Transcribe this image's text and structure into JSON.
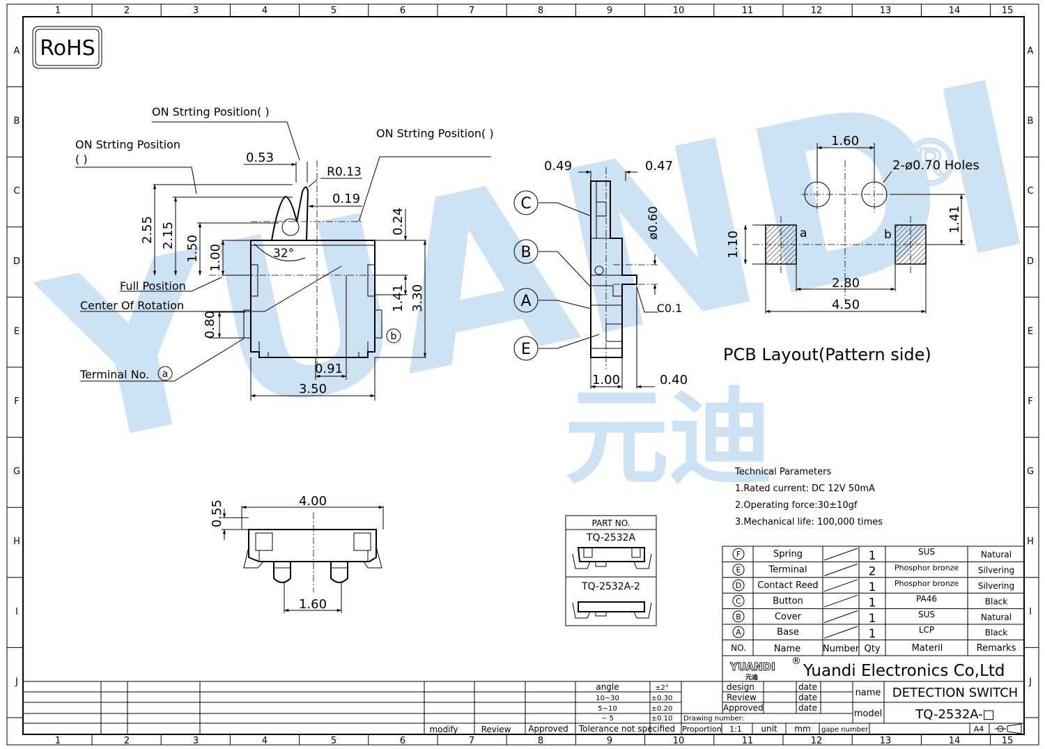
{
  "sheet": {
    "col_labels": [
      "1",
      "2",
      "3",
      "4",
      "5",
      "6",
      "7",
      "8",
      "9",
      "10",
      "11",
      "12",
      "13",
      "14",
      "15"
    ],
    "row_labels": [
      "A",
      "B",
      "C",
      "D",
      "E",
      "F",
      "G",
      "H",
      "I",
      "J"
    ]
  },
  "badge": "RoHS",
  "watermark": {
    "latin": "YUANDI",
    "cjk": "元迪",
    "mark": "®"
  },
  "front_view": {
    "on_pos_1": "ON Strting Position(         )",
    "on_pos_2a": "ON Strting Position",
    "on_pos_2b": "(           )",
    "on_pos_3": "ON Strting Position(         )",
    "full_position": "Full Position",
    "center_rotation": "Center Of Rotation",
    "terminal_no": "Terminal No.",
    "term_a": "a",
    "term_b": "b",
    "angle": "32°",
    "dims": {
      "d053": "0.53",
      "r013": "R0.13",
      "d019": "0.19",
      "d024": "0.24",
      "d255": "2.55",
      "d215": "2.15",
      "d150": "1.50",
      "d100": "1.00",
      "d141": "1.41",
      "d330": "3.30",
      "d080": "0.80",
      "d091": "0.91",
      "d350": "3.50"
    }
  },
  "side_view": {
    "callouts": [
      "C",
      "B",
      "A",
      "E"
    ],
    "dims": {
      "d049": "0.49",
      "d047": "0.47",
      "d060": "ø0.60",
      "c01": "C0.1",
      "d100": "1.00",
      "d040": "0.40"
    }
  },
  "pcb": {
    "title": "PCB Layout(Pattern side)",
    "dims": {
      "d160": "1.60",
      "holes": "2-ø0.70  Holes",
      "d141": "1.41",
      "d110": "1.10",
      "d280": "2.80",
      "d450": "4.50"
    },
    "pad_a": "a",
    "pad_b": "b"
  },
  "bottom_view": {
    "dims": {
      "d400": "4.00",
      "d055": "0.55",
      "d160": "1.60"
    }
  },
  "part_no": {
    "header": "PART NO.",
    "p1": "TQ-2532A",
    "p2": "TQ-2532A-2"
  },
  "tech": {
    "title": "Technical  Parameters",
    "l1": "1.Rated  current:  DC  12V  50mA",
    "l2": "2.Operating  force:30±10gf",
    "l3": "3.Mechanical  life:  100,000  times"
  },
  "bom": {
    "rows": [
      {
        "no": "F",
        "name": "Spring",
        "qty": "1",
        "material": "SUS",
        "remark": "Natural"
      },
      {
        "no": "E",
        "name": "Terminal",
        "qty": "2",
        "material": "Phosphor bronze",
        "remark": "Silvering"
      },
      {
        "no": "D",
        "name": "Contact Reed",
        "qty": "1",
        "material": "Phosphor bronze",
        "remark": "Silvering"
      },
      {
        "no": "C",
        "name": "Button",
        "qty": "1",
        "material": "PA46",
        "remark": "Black"
      },
      {
        "no": "B",
        "name": "Cover",
        "qty": "1",
        "material": "SUS",
        "remark": "Natural"
      },
      {
        "no": "A",
        "name": "Base",
        "qty": "1",
        "material": "LCP",
        "remark": "Black"
      }
    ],
    "header": {
      "no": "NO.",
      "name": "Name",
      "number": "Number",
      "qty": "Qty",
      "material": "Materil",
      "remark": "Remarks"
    }
  },
  "title_block": {
    "logo": "YUANDI",
    "logo_cjk": "元迪",
    "logo_mark": "®",
    "company": "Yuandi Electronics Co,Ltd",
    "name_label": "name",
    "name": "DETECTION  SWITCH",
    "model_label": "model",
    "model": "TQ-2532A-□",
    "design": "design",
    "review": "Review",
    "approved": "Approved",
    "date": "date",
    "drawing_number": "Drawing number:",
    "proportion": "Proportion",
    "scale": "1:1",
    "unit": "unit",
    "unit_val": "mm",
    "gape": "gape number",
    "size": "A4",
    "modify": "modify",
    "review2": "Review",
    "approved2": "Approved",
    "tolerance": "Tolerance  not  specified",
    "tol_rows": [
      {
        "range": "angle",
        "tol": "±2°"
      },
      {
        "range": "10~30",
        "tol": "±0.30"
      },
      {
        "range": "5~10",
        "tol": "±0.20"
      },
      {
        "range": "~ 5",
        "tol": "±0.10"
      }
    ]
  }
}
